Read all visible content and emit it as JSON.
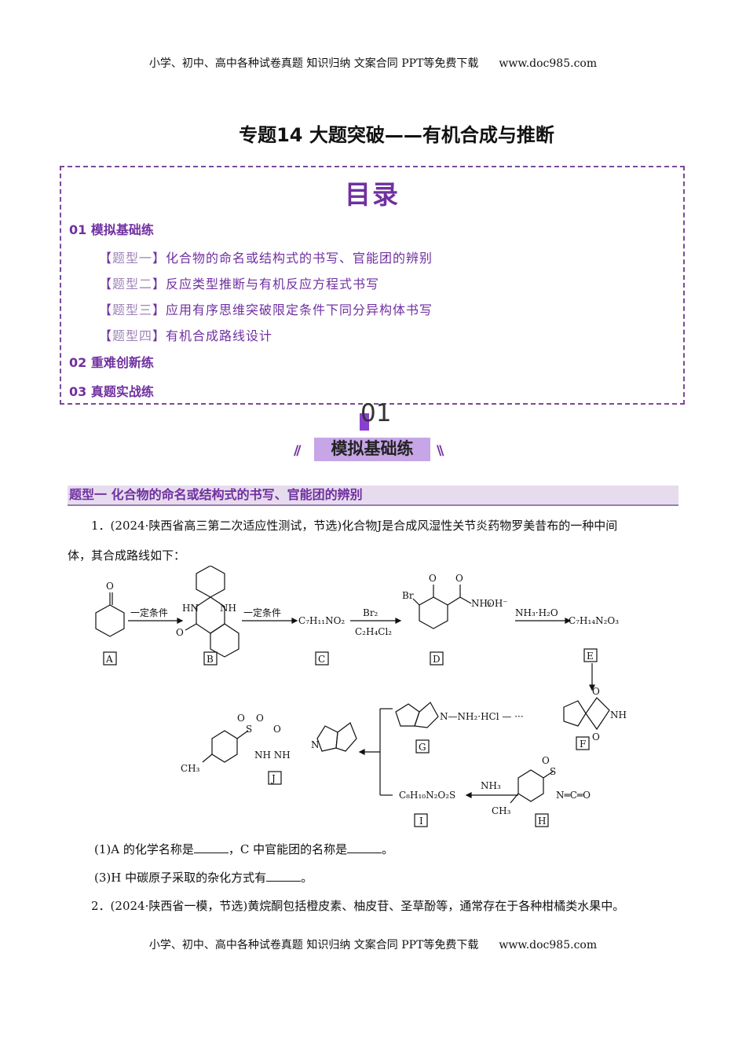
{
  "header": {
    "text": "小学、初中、高中各种试卷真题  知识归纳  文案合同  PPT等免费下载",
    "site": "www.doc985.com"
  },
  "footer": {
    "text": "小学、初中、高中各种试卷真题  知识归纳  文案合同  PPT等免费下载",
    "site": "www.doc985.com"
  },
  "title": "专题14 大题突破——有机合成与推断",
  "toc": {
    "heading": "目录",
    "sec1": "01 模拟基础练",
    "items": [
      {
        "tag_open": "【",
        "tag_inner": "题型一",
        "tag_close": "】",
        "text": "化合物的命名或结构式的书写、官能团的辨别"
      },
      {
        "tag_open": "【",
        "tag_inner": "题型二",
        "tag_close": "】",
        "text": "反应类型推断与有机反应方程式书写"
      },
      {
        "tag_open": "【",
        "tag_inner": "题型三",
        "tag_close": "】",
        "text": "应用有序思维突破限定条件下同分异构体书写"
      },
      {
        "tag_open": "【",
        "tag_inner": "题型四",
        "tag_close": "】",
        "text": "有机合成路线设计"
      }
    ],
    "sec2": "02 重难创新练",
    "sec3": "03 真题实战练"
  },
  "badge": {
    "num": "01",
    "label": "模拟基础练",
    "slash_l": "//",
    "slash_r": "\\\\"
  },
  "qtype": "题型一  化合物的命名或结构式的书写、官能团的辨别",
  "q1": {
    "line1": "1．(2024·陕西省高三第二次适应性测试，节选)化合物J是合成风湿性关节炎药物罗美昔布的一种中间",
    "line2": "体，其合成路线如下："
  },
  "scheme": {
    "cond1": "一定条件",
    "cond2": "一定条件",
    "c_formula": "C₇H₁₁NO₂",
    "br2": "Br₂",
    "solvent": "C₂H₄Cl₂",
    "oh": "OH⁻",
    "nh3h2o": "NH₃·H₂O",
    "e_formula": "C₇H₁₄N₂O₃",
    "g_salt": "N—NH₂·HCl —  ···",
    "i_formula": "C₈H₁₀N₂O₂S",
    "nh3": "NH₃",
    "labels": [
      "A",
      "B",
      "C",
      "D",
      "E",
      "F",
      "G",
      "H",
      "I",
      "J"
    ],
    "atoms": {
      "O": "O",
      "HN": "HN",
      "NH": "NH",
      "Br": "Br",
      "NH2": "NH₂",
      "N": "N",
      "S": "S",
      "CH3": "CH₃",
      "NCO": "N═C═O",
      "NHNH": "NH    NH"
    }
  },
  "q_sub1": {
    "a": "(1)A 的化学名称是",
    "b": "，C 中官能团的名称是",
    "c": "。"
  },
  "q_sub3": {
    "a": "(3)H 中碳原子采取的杂化方式有",
    "b": "。"
  },
  "q2": "2．(2024·陕西省一模，节选)黄烷酮包括橙皮素、柚皮苷、圣草酚等，通常存在于各种柑橘类水果中。"
}
